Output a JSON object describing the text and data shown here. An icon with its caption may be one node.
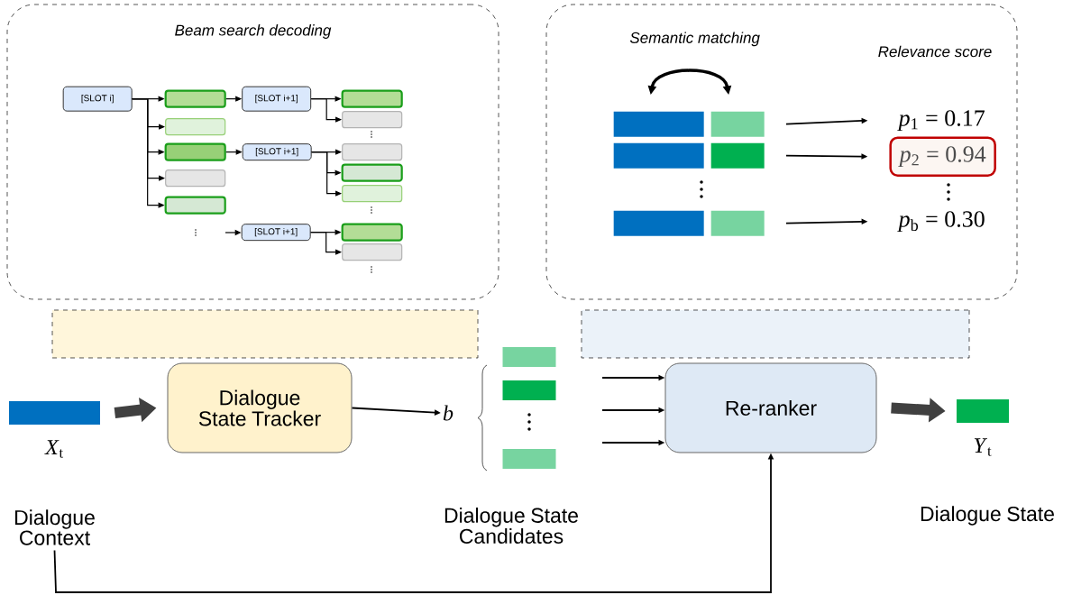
{
  "diagram": {
    "nodes": [
      {
        "text": [
          "Beam search decoding"
        ]
      },
      {
        "text": [
          "[SLOT i]"
        ],
        "in": 0
      },
      {
        "text": [],
        "shape": "box",
        "in": 0
      },
      {
        "text": [],
        "shape": "box",
        "in": 0
      },
      {
        "text": [],
        "shape": "box",
        "in": 0
      },
      {
        "text": [],
        "shape": "box",
        "in": 0
      },
      {
        "text": [],
        "shape": "box",
        "in": 0
      },
      {
        "text": [
          "[SLOT i+1]"
        ],
        "in": 0
      },
      {
        "text": [
          "[SLOT i+1]"
        ],
        "in": 0
      },
      {
        "text": [
          "[SLOT i+1]"
        ],
        "in": 0
      },
      {
        "text": [],
        "shape": "box",
        "in": 0
      },
      {
        "text": [],
        "shape": "box",
        "in": 0
      },
      {
        "text": [],
        "shape": "box",
        "in": 0
      },
      {
        "text": [],
        "shape": "box",
        "in": 0
      },
      {
        "text": [],
        "shape": "box",
        "in": 0
      },
      {
        "text": [],
        "shape": "box",
        "in": 0
      },
      {
        "text": [],
        "shape": "box",
        "in": 0
      },
      {
        "text": [],
        "shape": "box"
      },
      {
        "text": [],
        "shape": "bar",
        "in": 17
      },
      {
        "text": [],
        "shape": "bar",
        "in": 17
      },
      {
        "text": [],
        "shape": "bar",
        "in": 17
      },
      {
        "text": [],
        "shape": "bar",
        "in": 17
      },
      {
        "text": [],
        "shape": "bar",
        "in": 17
      },
      {
        "text": [],
        "shape": "bar",
        "in": 17
      },
      {
        "text": [
          "*p*$_{1}$ = 0.17"
        ],
        "in": 17
      },
      {
        "text": [
          "*p*$_{2}$ = 0.94"
        ],
        "in": 17
      },
      {
        "text": [
          "*p*$_{b}$ = 0.30"
        ],
        "in": 17
      },
      {
        "text": [],
        "shape": "bar",
        "beside": [
          "*X*$_{t}$",
          "Dialogue Context"
        ]
      },
      {
        "text": [
          "Dialogue State Tracker"
        ]
      },
      {
        "text": [
          "*b*"
        ]
      },
      {
        "text": [],
        "shape": "bar"
      },
      {
        "text": [],
        "shape": "bar"
      },
      {
        "text": [],
        "shape": "bar"
      },
      {
        "text": [
          "Re-ranker"
        ]
      },
      {
        "text": [],
        "shape": "bar",
        "beside": [
          "*Y*$_{t}$",
          "Dialogue State"
        ]
      },
      {
        "text": [],
        "shape": "trapezoid"
      },
      {
        "text": [],
        "shape": "trapezoid"
      }
    ],
    "edges": [
      {
        "from": 1,
        "to": 2,
        "arrow": "to"
      },
      {
        "from": 1,
        "to": 3,
        "arrow": "to"
      },
      {
        "from": 1,
        "to": 4,
        "arrow": "to"
      },
      {
        "from": 1,
        "to": 5,
        "arrow": "to"
      },
      {
        "from": 1,
        "to": 6,
        "arrow": "to"
      },
      {
        "from": 2,
        "to": 7,
        "arrow": "to"
      },
      {
        "from": 4,
        "to": 8,
        "arrow": "to"
      },
      {
        "from": null,
        "to": 9,
        "arrow": "to"
      },
      {
        "from": 7,
        "to": 10,
        "arrow": "to"
      },
      {
        "from": 7,
        "to": 11,
        "arrow": "to"
      },
      {
        "from": 8,
        "to": 12,
        "arrow": "to"
      },
      {
        "from": 8,
        "to": 13,
        "arrow": "to"
      },
      {
        "from": 8,
        "to": 14,
        "arrow": "to"
      },
      {
        "from": 9,
        "to": 15,
        "arrow": "to"
      },
      {
        "from": 9,
        "to": 16,
        "arrow": "to"
      },
      {
        "from": 18,
        "to": 19,
        "arrow": "both",
        "label": "Semantic matching",
        "style": "thick"
      },
      {
        "from": 19,
        "to": 24,
        "arrow": "to"
      },
      {
        "from": 21,
        "to": 25,
        "arrow": "to"
      },
      {
        "from": 23,
        "to": 26,
        "arrow": "to"
      },
      {
        "from": 27,
        "to": 28,
        "arrow": "to",
        "style": "thick",
        "color": "#404040"
      },
      {
        "from": 28,
        "to": 29,
        "arrow": "to"
      },
      {
        "from": null,
        "to": 33,
        "arrow": "to"
      },
      {
        "from": null,
        "to": 33,
        "arrow": "to"
      },
      {
        "from": null,
        "to": 33,
        "arrow": "to"
      },
      {
        "from": 33,
        "to": 34,
        "arrow": "to",
        "style": "thick",
        "color": "#404040"
      },
      {
        "from": 27,
        "to": 33,
        "arrow": "to"
      }
    ],
    "labels": [
      "Relevance score",
      "Dialogue State Candidates"
    ]
  }
}
